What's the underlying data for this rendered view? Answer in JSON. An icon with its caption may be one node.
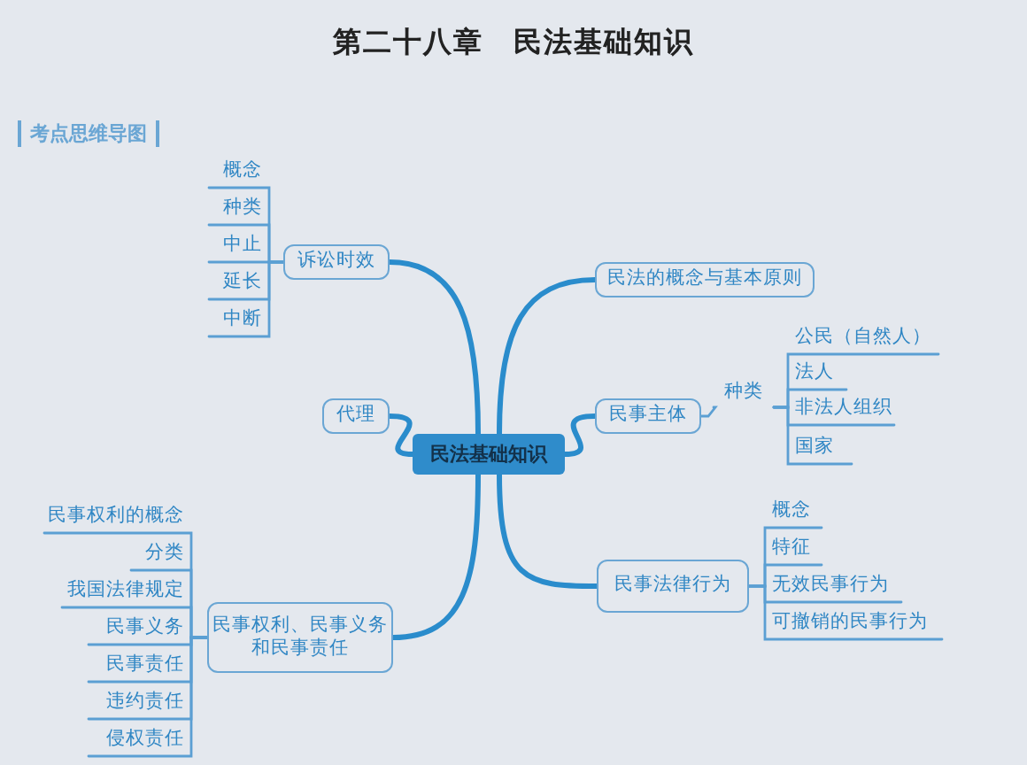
{
  "diagram": {
    "title": "第二十八章　民法基础知识",
    "nodes": [
      {
        "text": [
          "民法基础知识"
        ]
      },
      {
        "text": [
          "诉讼时效"
        ]
      },
      {
        "text": [
          "概念"
        ]
      },
      {
        "text": [
          "种类"
        ]
      },
      {
        "text": [
          "中止"
        ]
      },
      {
        "text": [
          "延长"
        ]
      },
      {
        "text": [
          "中断"
        ]
      },
      {
        "text": [
          "代理"
        ]
      },
      {
        "text": [
          "民事权利、民事义务和民事责任"
        ]
      },
      {
        "text": [
          "民事权利的概念"
        ]
      },
      {
        "text": [
          "分类"
        ]
      },
      {
        "text": [
          "我国法律规定"
        ]
      },
      {
        "text": [
          "民事义务"
        ]
      },
      {
        "text": [
          "民事责任"
        ]
      },
      {
        "text": [
          "违约责任"
        ]
      },
      {
        "text": [
          "侵权责任"
        ]
      },
      {
        "text": [
          "民法的概念与基本原则"
        ]
      },
      {
        "text": [
          "民事主体"
        ]
      },
      {
        "text": [
          "种类"
        ]
      },
      {
        "text": [
          "公民（自然人）"
        ]
      },
      {
        "text": [
          "法人"
        ]
      },
      {
        "text": [
          "非法人组织"
        ]
      },
      {
        "text": [
          "国家"
        ]
      },
      {
        "text": [
          "民事法律行为"
        ]
      },
      {
        "text": [
          "概念"
        ]
      },
      {
        "text": [
          "特征"
        ]
      },
      {
        "text": [
          "无效民事行为"
        ]
      },
      {
        "text": [
          "可撤销的民事行为"
        ]
      }
    ],
    "edges": [
      {
        "from": 0,
        "to": 1,
        "arrow": "none",
        "style": "thick"
      },
      {
        "from": 0,
        "to": 7,
        "arrow": "none",
        "style": "thick"
      },
      {
        "from": 0,
        "to": 8,
        "arrow": "none",
        "style": "thick"
      },
      {
        "from": 0,
        "to": 16,
        "arrow": "none",
        "style": "thick"
      },
      {
        "from": 0,
        "to": 17,
        "arrow": "none",
        "style": "thick"
      },
      {
        "from": 0,
        "to": 23,
        "arrow": "none",
        "style": "thick"
      },
      {
        "from": 1,
        "to": 2,
        "arrow": "none"
      },
      {
        "from": 1,
        "to": 3,
        "arrow": "none"
      },
      {
        "from": 1,
        "to": 4,
        "arrow": "none"
      },
      {
        "from": 1,
        "to": 5,
        "arrow": "none"
      },
      {
        "from": 1,
        "to": 6,
        "arrow": "none"
      },
      {
        "from": 8,
        "to": 9,
        "arrow": "none"
      },
      {
        "from": 8,
        "to": 10,
        "arrow": "none"
      },
      {
        "from": 8,
        "to": 11,
        "arrow": "none"
      },
      {
        "from": 8,
        "to": 12,
        "arrow": "none"
      },
      {
        "from": 8,
        "to": 13,
        "arrow": "none"
      },
      {
        "from": 8,
        "to": 14,
        "arrow": "none"
      },
      {
        "from": 8,
        "to": 15,
        "arrow": "none"
      },
      {
        "from": 17,
        "to": 18,
        "arrow": "none"
      },
      {
        "from": 18,
        "to": 19,
        "arrow": "none"
      },
      {
        "from": 18,
        "to": 20,
        "arrow": "none"
      },
      {
        "from": 18,
        "to": 21,
        "arrow": "none"
      },
      {
        "from": 18,
        "to": 22,
        "arrow": "none"
      },
      {
        "from": 23,
        "to": 24,
        "arrow": "none"
      },
      {
        "from": 23,
        "to": 25,
        "arrow": "none"
      },
      {
        "from": 23,
        "to": 26,
        "arrow": "none"
      },
      {
        "from": 23,
        "to": 27,
        "arrow": "none"
      }
    ],
    "labels": [
      "考点思维导图"
    ]
  }
}
